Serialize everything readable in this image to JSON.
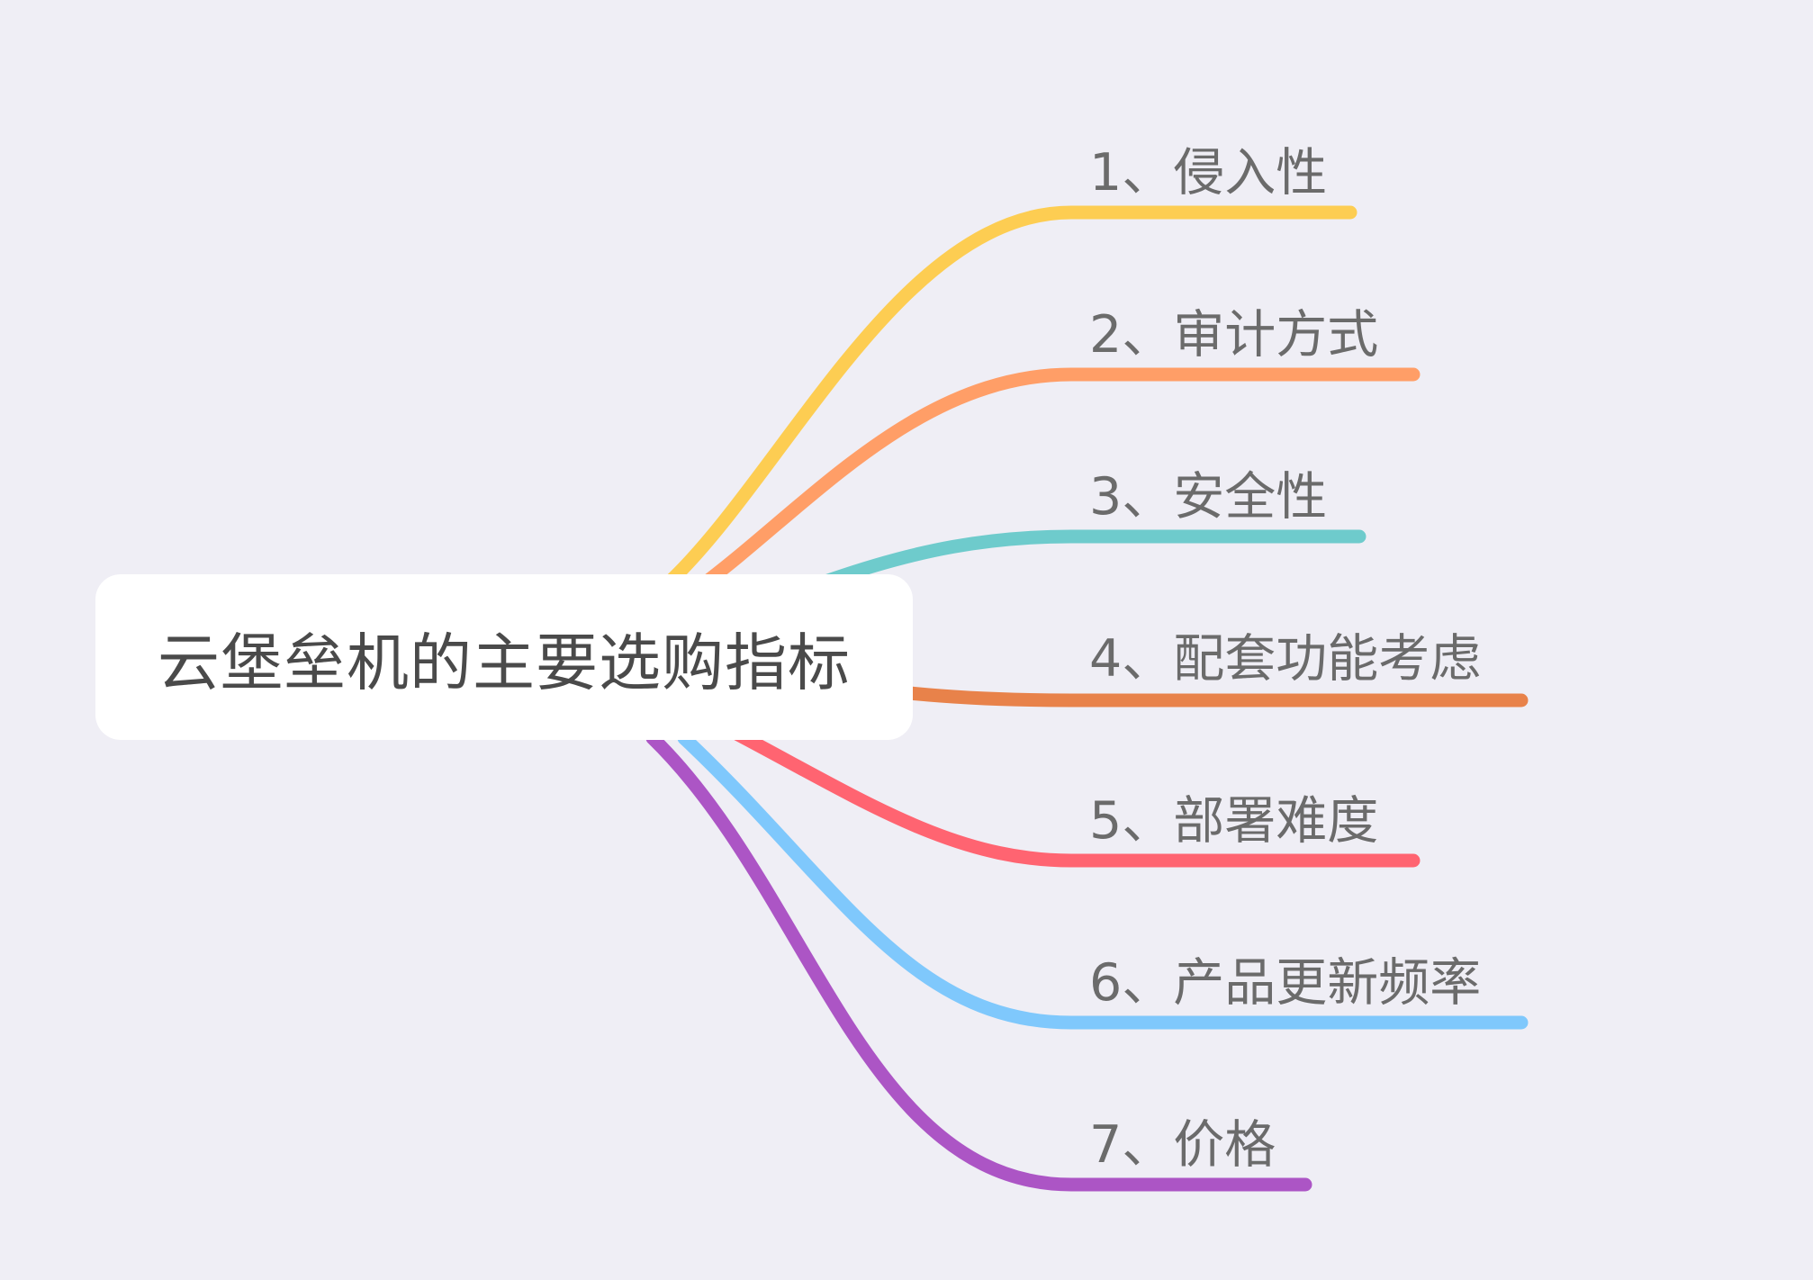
{
  "root": {
    "label": "云堡垒机的主要选购指标"
  },
  "branches": [
    {
      "label": "1、侵入性",
      "color": "#fdcd52"
    },
    {
      "label": "2、审计方式",
      "color": "#ff9e67"
    },
    {
      "label": "3、安全性",
      "color": "#6ecbcc"
    },
    {
      "label": "4、配套功能考虑",
      "color": "#e8824a"
    },
    {
      "label": "5、部署难度",
      "color": "#ff6471"
    },
    {
      "label": "6、产品更新频率",
      "color": "#7fc8fc"
    },
    {
      "label": "7、价格",
      "color": "#ac55c5"
    }
  ]
}
